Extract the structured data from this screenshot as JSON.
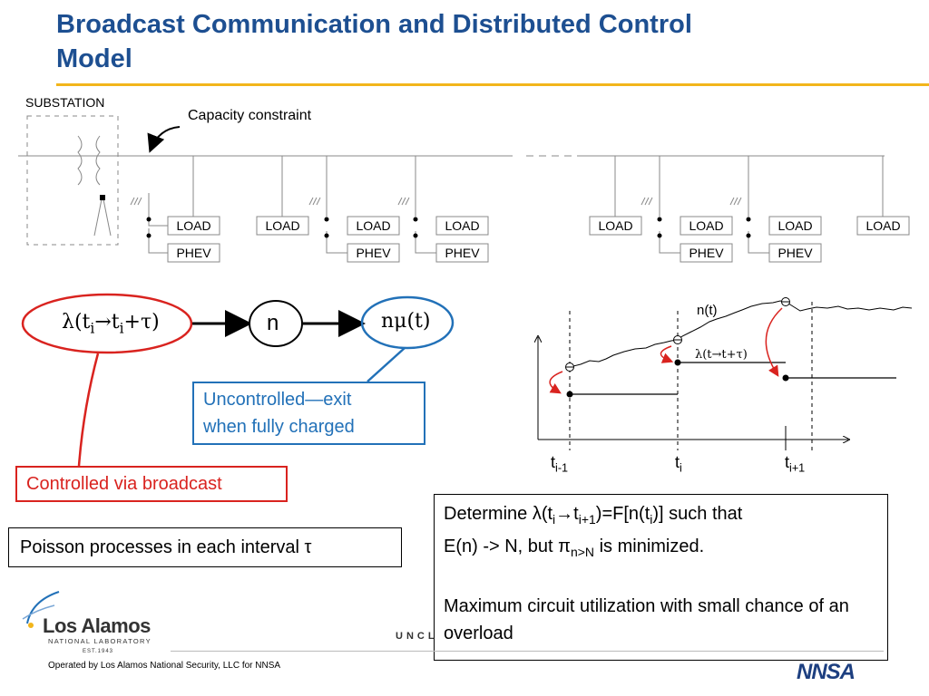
{
  "slide": {
    "title_line1": "Broadcast Communication and Distributed Control",
    "title_line2": "Model"
  },
  "network": {
    "substation_label": "SUBSTATION",
    "capacity_label": "Capacity constraint",
    "load_label": "LOAD",
    "phev_label": "PHEV"
  },
  "flow": {
    "lambda_text": "λ(t",
    "lambda_sub1": "i",
    "lambda_arrow": "→t",
    "lambda_sub2": "i",
    "lambda_tail": "+τ)",
    "n_text": "n",
    "nmu_text": "nμ(t)",
    "uncontrolled_line1": "Uncontrolled—exit",
    "uncontrolled_line2": "when fully charged",
    "controlled_text": "Controlled via broadcast",
    "poisson_text": "Poisson processes in each interval τ"
  },
  "plot": {
    "n_label": "n(t)",
    "lambda_label": "λ(t→t+τ)",
    "tick_prev": "t",
    "tick_prev_sub": "i-1",
    "tick_cur": "t",
    "tick_cur_sub": "i",
    "tick_next": "t",
    "tick_next_sub": "i+1"
  },
  "determine": {
    "line1_pre": "Determine λ(t",
    "line1_sub1": "i",
    "line1_mid": "→t",
    "line1_sub2": "i+1",
    "line1_post": ")=F[n(t",
    "line1_sub3": "i",
    "line1_end": ")] such that",
    "line2_pre": "E(n) -> N, but π",
    "line2_sub": "n>N",
    "line2_post": " is minimized.",
    "para2": "Maximum circuit utilization with small chance of an overload"
  },
  "footer": {
    "unclassified": "UNCL",
    "operated_by": "Operated by Los Alamos National Security, LLC for NNSA",
    "lanl_name": "Los Alamos",
    "lanl_sub": "NATIONAL LABORATORY",
    "lanl_est": "EST.1943",
    "nnsa": "NNSA"
  },
  "colors": {
    "title": "#1d4f91",
    "rule": "#f2b51b",
    "red": "#d9231f",
    "blue": "#2271b8"
  }
}
